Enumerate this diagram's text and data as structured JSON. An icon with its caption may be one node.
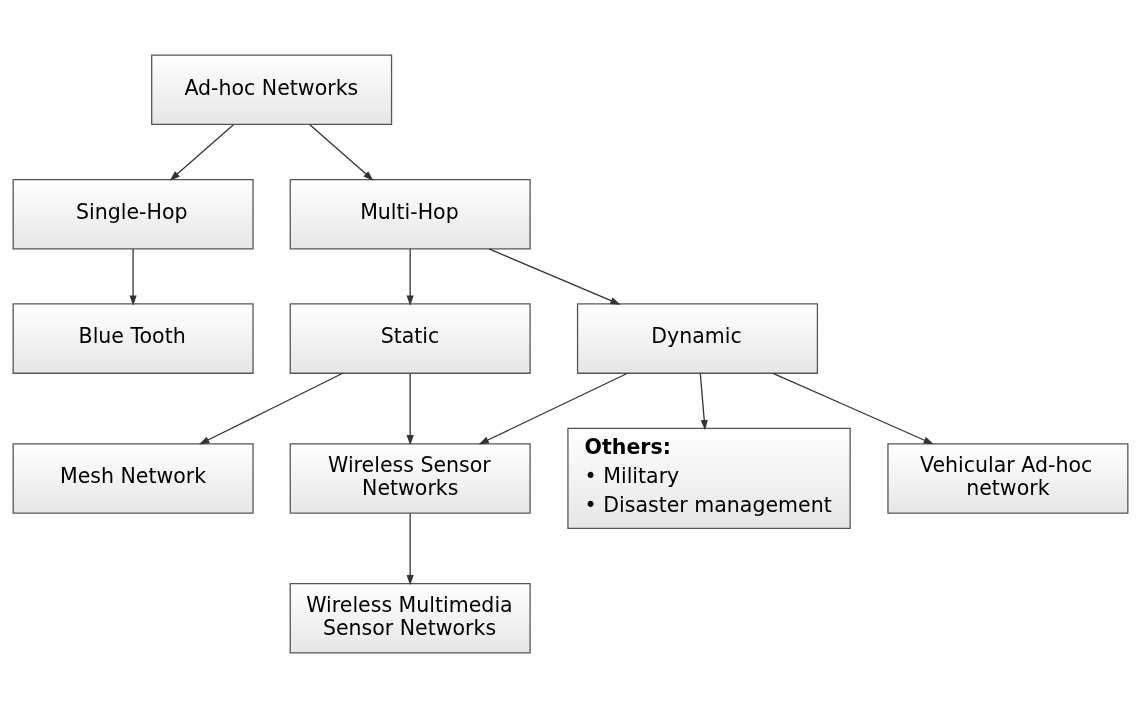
{
  "diagram": {
    "nodes": [
      {
        "text": [
          "Ad-hoc Networks"
        ]
      },
      {
        "text": [
          "Single-Hop"
        ]
      },
      {
        "text": [
          "Multi-Hop"
        ]
      },
      {
        "text": [
          "Blue Tooth"
        ]
      },
      {
        "text": [
          "Static"
        ]
      },
      {
        "text": [
          "Dynamic"
        ]
      },
      {
        "text": [
          "Mesh Network"
        ]
      },
      {
        "text": [
          "Wireless Sensor Networks"
        ]
      },
      {
        "text": [
          "Others:",
          "• Military",
          "• Disaster management"
        ]
      },
      {
        "text": [
          "Vehicular Ad-hoc network"
        ]
      },
      {
        "text": [
          "Wireless Multimedia Sensor Networks"
        ]
      }
    ],
    "edges": [
      {
        "from": 0,
        "to": 1,
        "arrow": "to"
      },
      {
        "from": 0,
        "to": 2,
        "arrow": "to"
      },
      {
        "from": 1,
        "to": 3,
        "arrow": "to"
      },
      {
        "from": 2,
        "to": 4,
        "arrow": "to"
      },
      {
        "from": 2,
        "to": 5,
        "arrow": "to"
      },
      {
        "from": 4,
        "to": 6,
        "arrow": "to"
      },
      {
        "from": 4,
        "to": 7,
        "arrow": "to"
      },
      {
        "from": 5,
        "to": 7,
        "arrow": "to"
      },
      {
        "from": 5,
        "to": 8,
        "arrow": "to"
      },
      {
        "from": 5,
        "to": 9,
        "arrow": "to"
      },
      {
        "from": 7,
        "to": 10,
        "arrow": "to"
      }
    ]
  }
}
